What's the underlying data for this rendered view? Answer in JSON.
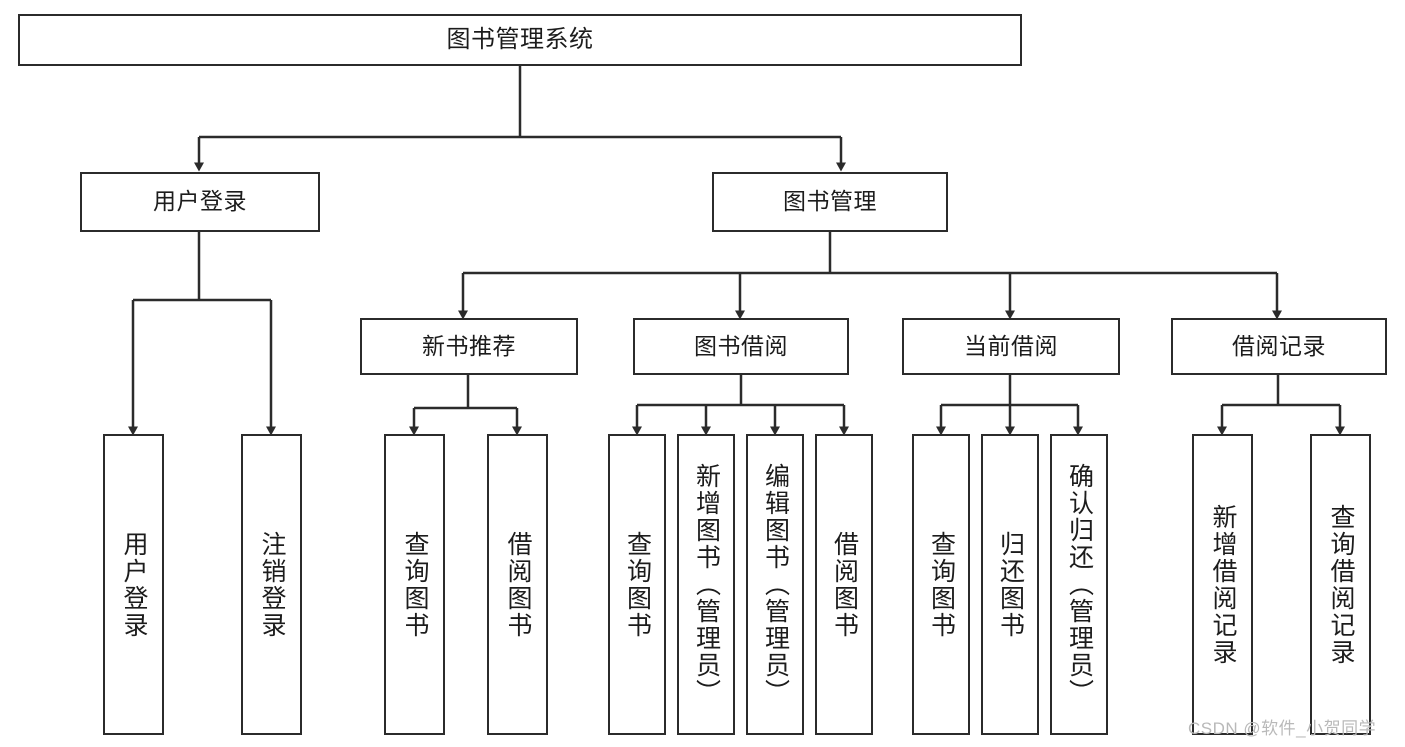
{
  "diagram": {
    "type": "tree-hierarchy",
    "title": "图书管理系统",
    "watermark": "CSDN @软件_小贺同学",
    "colors": {
      "stroke": "#2b2b2b",
      "fill": "#ffffff",
      "text": "#1c1c1c",
      "watermark": "#b9b9b9"
    },
    "nodes": {
      "root": {
        "label": "图书管理系统"
      },
      "level2": [
        {
          "id": "user-login",
          "label": "用户登录"
        },
        {
          "id": "book-manage",
          "label": "图书管理"
        }
      ],
      "level3": [
        {
          "id": "new-book-recommend",
          "label": "新书推荐"
        },
        {
          "id": "book-borrow",
          "label": "图书借阅"
        },
        {
          "id": "current-borrow",
          "label": "当前借阅"
        },
        {
          "id": "borrow-record",
          "label": "借阅记录"
        }
      ],
      "leaves": {
        "user-login": [
          {
            "id": "leaf-user-login",
            "label": "用户登录"
          },
          {
            "id": "leaf-user-logout",
            "label": "注销登录"
          }
        ],
        "new-book-recommend": [
          {
            "id": "leaf-query-book-1",
            "label": "查询图书"
          },
          {
            "id": "leaf-borrow-book-1",
            "label": "借阅图书"
          }
        ],
        "book-borrow": [
          {
            "id": "leaf-query-book-2",
            "label": "查询图书"
          },
          {
            "id": "leaf-add-book",
            "label": "新增图书（管理员）"
          },
          {
            "id": "leaf-edit-book",
            "label": "编辑图书（管理员）"
          },
          {
            "id": "leaf-borrow-book-2",
            "label": "借阅图书"
          }
        ],
        "current-borrow": [
          {
            "id": "leaf-query-book-3",
            "label": "查询图书"
          },
          {
            "id": "leaf-return-book",
            "label": "归还图书"
          },
          {
            "id": "leaf-confirm-return",
            "label": "确认归还（管理员）"
          }
        ],
        "borrow-record": [
          {
            "id": "leaf-add-record",
            "label": "新增借阅记录"
          },
          {
            "id": "leaf-query-record",
            "label": "查询借阅记录"
          }
        ]
      }
    }
  }
}
